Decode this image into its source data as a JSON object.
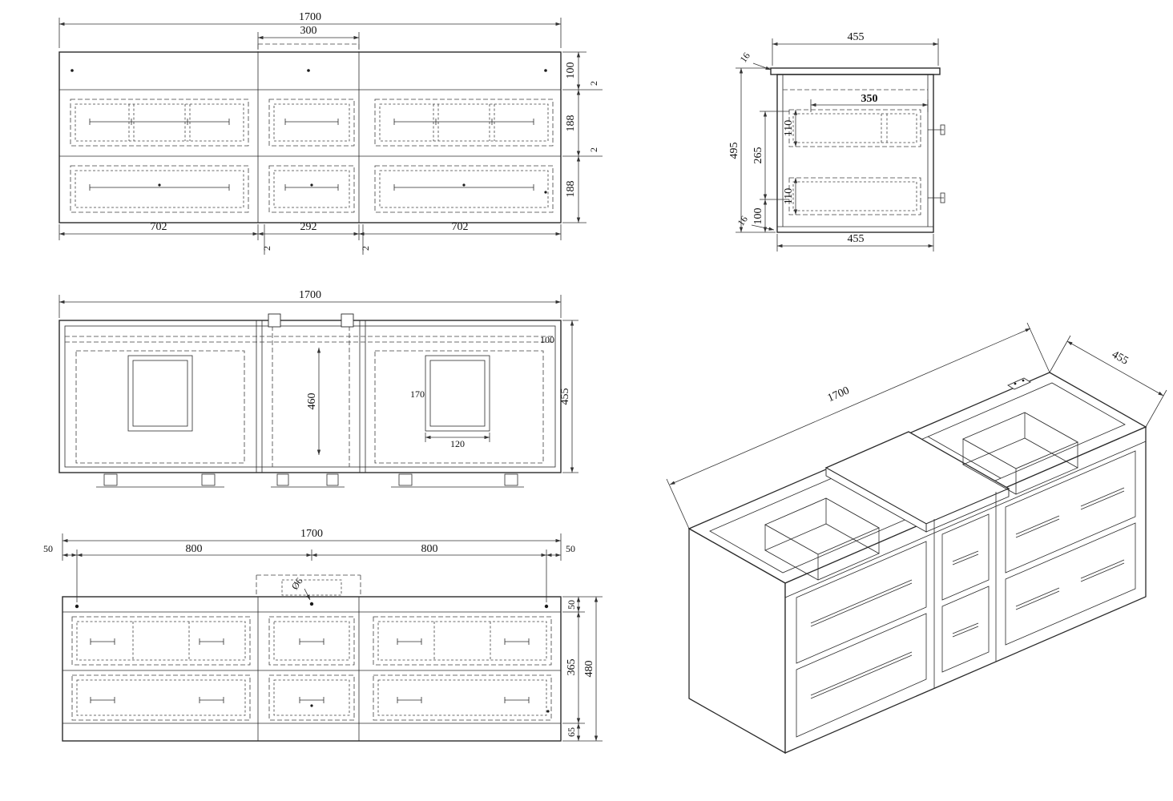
{
  "front_view": {
    "total_width": "1700",
    "center_width": "300",
    "top_height": "100",
    "drawer_height_1": "188",
    "drawer_height_2": "188",
    "gap_top": "2",
    "gap_mid": "2",
    "section_left": "702",
    "section_center": "292",
    "section_right": "702",
    "gap_left": "2",
    "gap_right": "2"
  },
  "side_view": {
    "top_width": "455",
    "top_thickness": "16",
    "height": "495",
    "inner_height": "265",
    "drawer_1": "110",
    "drawer_2": "110",
    "bottom_height": "100",
    "bottom_thickness": "16",
    "inner_width": "350",
    "bottom_width": "455"
  },
  "plan_view": {
    "total_width": "1700",
    "back_rail": "100",
    "center_depth": "460",
    "basin_length": "170",
    "basin_width": "120",
    "depth": "455"
  },
  "mounting_view": {
    "total_width": "1700",
    "offset_left": "50",
    "span_left": "800",
    "span_right": "800",
    "offset_right": "50",
    "hole_diameter": "Ø6",
    "top_offset": "50",
    "drawer_zone": "365",
    "total_height": "480",
    "bottom_offset": "65"
  },
  "iso_view": {
    "width": "1700",
    "depth": "455"
  }
}
